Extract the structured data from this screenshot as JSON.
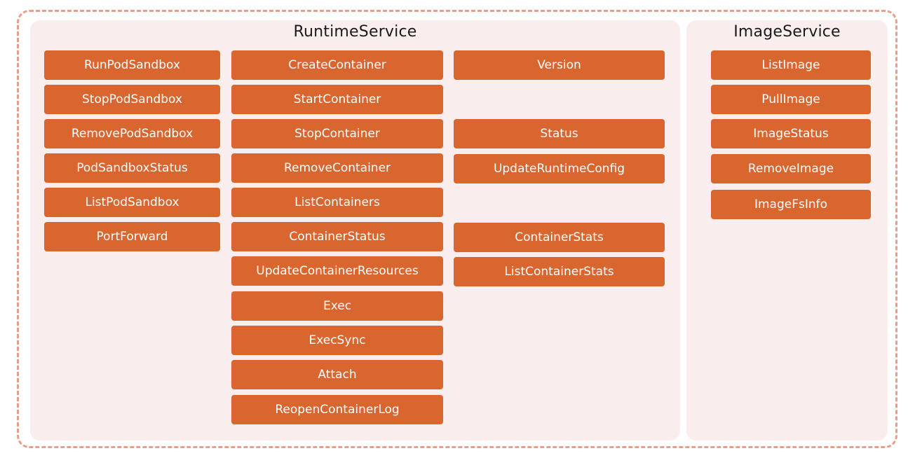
{
  "colors": {
    "frame_border": "#e6a08a",
    "panel_background": "#f9eeed",
    "box_fill": "#d9652f",
    "box_text": "#ffffff",
    "title_text": "#1a1a1a"
  },
  "runtime_service": {
    "title": "RuntimeService",
    "pod_sandbox_column": [
      "RunPodSandbox",
      "StopPodSandbox",
      "RemovePodSandbox",
      "PodSandboxStatus",
      "ListPodSandbox",
      "PortForward"
    ],
    "container_column": [
      "CreateContainer",
      "StartContainer",
      "StopContainer",
      "RemoveContainer",
      "ListContainers",
      "ContainerStatus",
      "UpdateContainerResources",
      "Exec",
      "ExecSync",
      "Attach",
      "ReopenContainerLog"
    ],
    "runtime_column": {
      "version_group": [
        "Version"
      ],
      "status_group": [
        "Status",
        "UpdateRuntimeConfig"
      ],
      "stats_group": [
        "ContainerStats",
        "ListContainerStats"
      ]
    }
  },
  "image_service": {
    "title": "ImageService",
    "items": [
      "ListImage",
      "PullImage",
      "ImageStatus",
      "RemoveImage",
      "ImageFsInfo"
    ]
  }
}
